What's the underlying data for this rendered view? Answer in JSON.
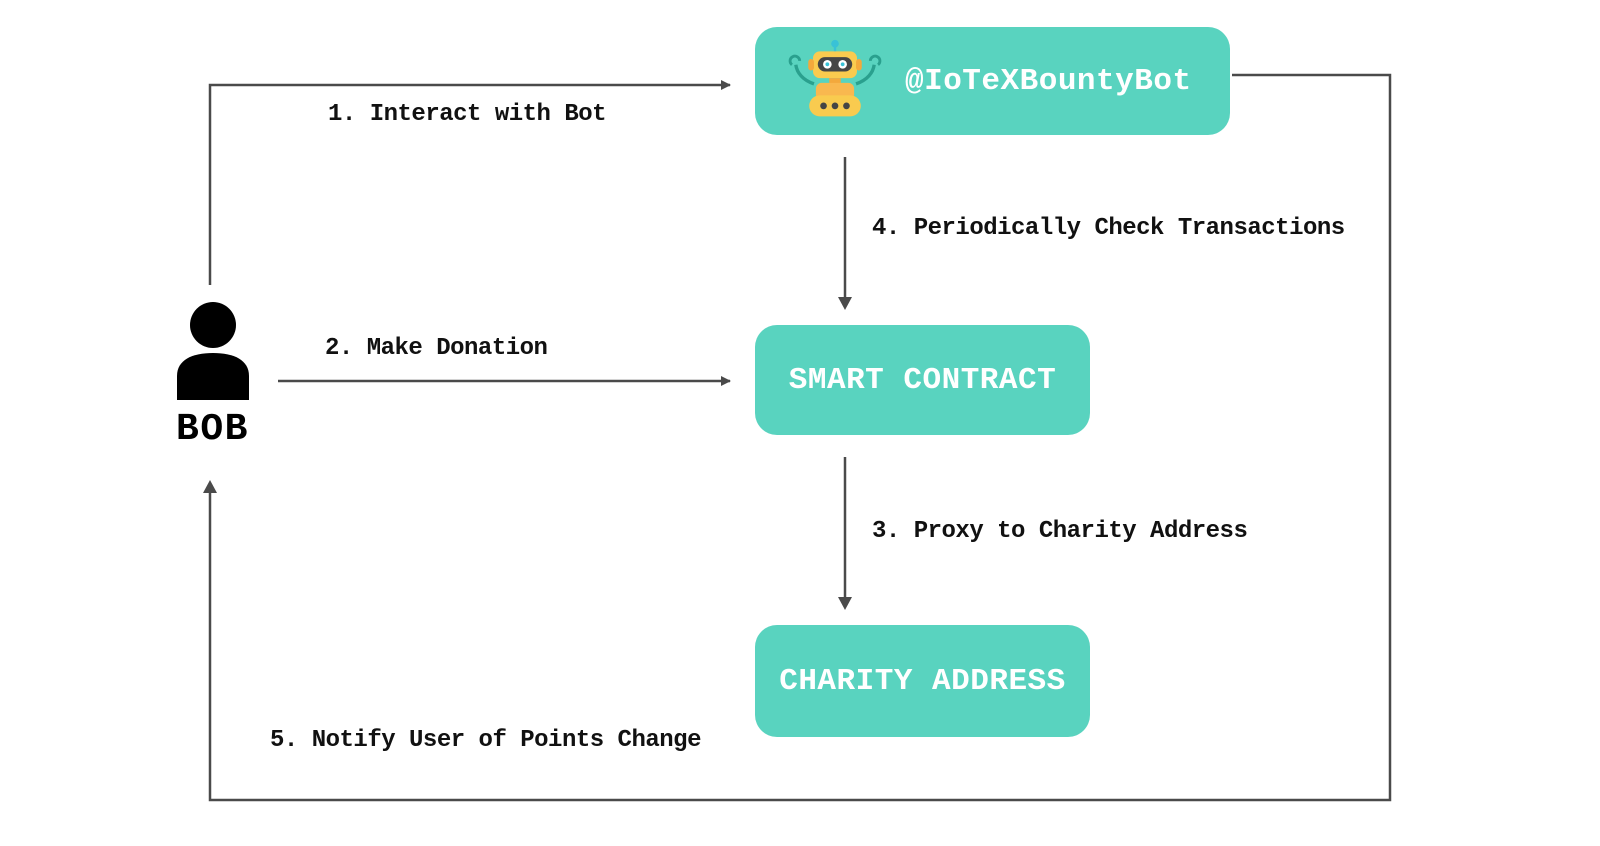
{
  "diagram": {
    "actor": {
      "name": "BOB"
    },
    "nodes": {
      "bot": {
        "label": "@IoTeXBountyBot"
      },
      "smart_contract": {
        "label": "SMART CONTRACT"
      },
      "charity_address": {
        "label": "CHARITY ADDRESS"
      }
    },
    "edges": [
      {
        "label": "1. Interact with Bot",
        "from": "bob",
        "to": "bot"
      },
      {
        "label": "2. Make Donation",
        "from": "bob",
        "to": "smart_contract"
      },
      {
        "label": "3. Proxy to Charity Address",
        "from": "smart_contract",
        "to": "charity_address"
      },
      {
        "label": "4. Periodically Check Transactions",
        "from": "bot",
        "to": "smart_contract"
      },
      {
        "label": "5. Notify User of Points Change",
        "from": "bot",
        "to": "bob"
      }
    ],
    "colors": {
      "node_fill": "#59d3bf",
      "node_text": "#ffffff",
      "arrow": "#4a4a4a",
      "label_text": "#111111"
    }
  }
}
